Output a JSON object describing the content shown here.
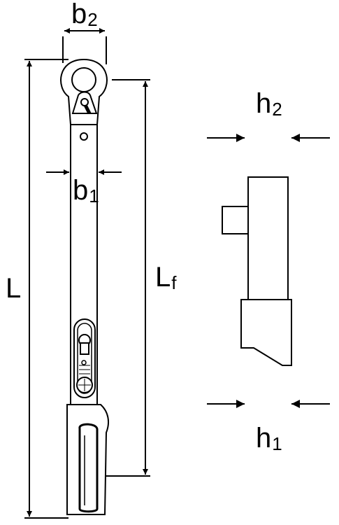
{
  "labels": {
    "b2": {
      "main": "b",
      "sub": "2"
    },
    "b1": {
      "main": "b",
      "sub": "1"
    },
    "L": {
      "main": "L",
      "sub": ""
    },
    "Lf": {
      "main": "L",
      "sub": "f"
    },
    "h2": {
      "main": "h",
      "sub": "2"
    },
    "h1": {
      "main": "h",
      "sub": "1"
    }
  },
  "colors": {
    "line": "#000000",
    "fill": "#ffffff"
  }
}
